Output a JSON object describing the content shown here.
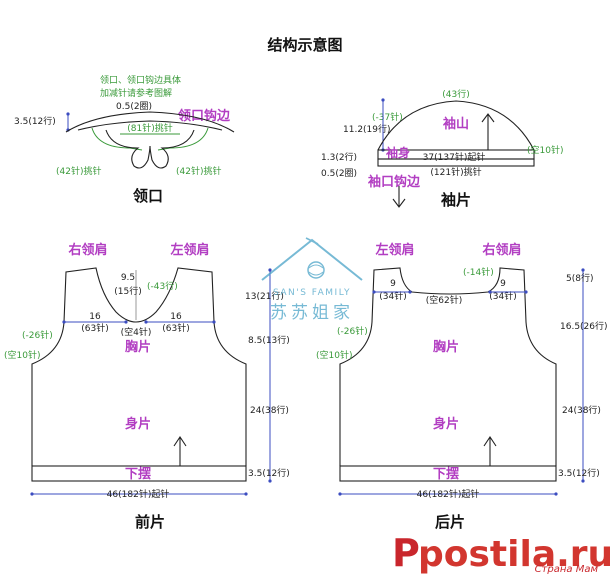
{
  "title": "结构示意图",
  "collar": {
    "note1": "领口、领口钩边具体",
    "note2": "加减针请参考图解",
    "top_margin": "0.5(2圈)",
    "left_depth": "3.5(12行)",
    "edge_label": "领口钩边",
    "pickup": "(81针)挑针",
    "left_pickup": "(42针)挑针",
    "right_pickup": "(42针)挑针",
    "caption": "领口"
  },
  "sleeve": {
    "top_width": "(43行)",
    "decrease": "(-37针)",
    "cap_height": "11.2(19行)",
    "cap_label": "袖山",
    "body_label": "袖身",
    "body_height": "1.3(2行)",
    "body_width": "37(137针)起针",
    "space": "(空10针)",
    "cuff_height": "0.5(2圈)",
    "cuff_width": "(121针)挑针",
    "cuff_label": "袖口钩边",
    "caption": "袖片"
  },
  "front": {
    "right_shoulder": "右领肩",
    "left_shoulder": "左领肩",
    "neck_depth": "9.5",
    "neck_rows": "(15行)",
    "neck_dec": "(-43行)",
    "left_width": "16",
    "left_sts": "(63针)",
    "right_width": "16",
    "right_sts": "(63针)",
    "center_space": "(空4针)",
    "armhole_dec": "(-26针)",
    "armhole_space": "(空10针)",
    "chest": "胸片",
    "body": "身片",
    "hem": "下摆",
    "shoulder_depth": "13(21行)",
    "chest_height": "8.5(13行)",
    "body_height": "24(38行)",
    "hem_height": "3.5(12行)",
    "cast_on": "46(182针)起针",
    "caption": "前片"
  },
  "back": {
    "left_shoulder": "左领肩",
    "right_shoulder": "右领肩",
    "neck_dec": "(-14针)",
    "left_w": "9",
    "left_sts": "(34针)",
    "right_w": "9",
    "right_sts": "(34针)",
    "center_space": "(空62针)",
    "armhole_dec": "(-26针)",
    "armhole_space": "(空10针)",
    "chest": "胸片",
    "body": "身片",
    "hem": "下摆",
    "neck_height": "5(8行)",
    "upper_height": "16.5(26行)",
    "body_height": "24(38行)",
    "hem_height": "3.5(12行)",
    "cast_on": "46(182针)起针",
    "caption": "后片"
  },
  "watermark": {
    "brand_en": "SAN'S FAMILY",
    "brand_cn": "苏苏姐家",
    "site": "postila.ru",
    "site_cyr": "Страна Мам"
  },
  "colors": {
    "label": "#b23ec2",
    "dimension": "#3b4cc0",
    "pickup": "#3a9a3a",
    "watermark": "#4aa3c7"
  }
}
